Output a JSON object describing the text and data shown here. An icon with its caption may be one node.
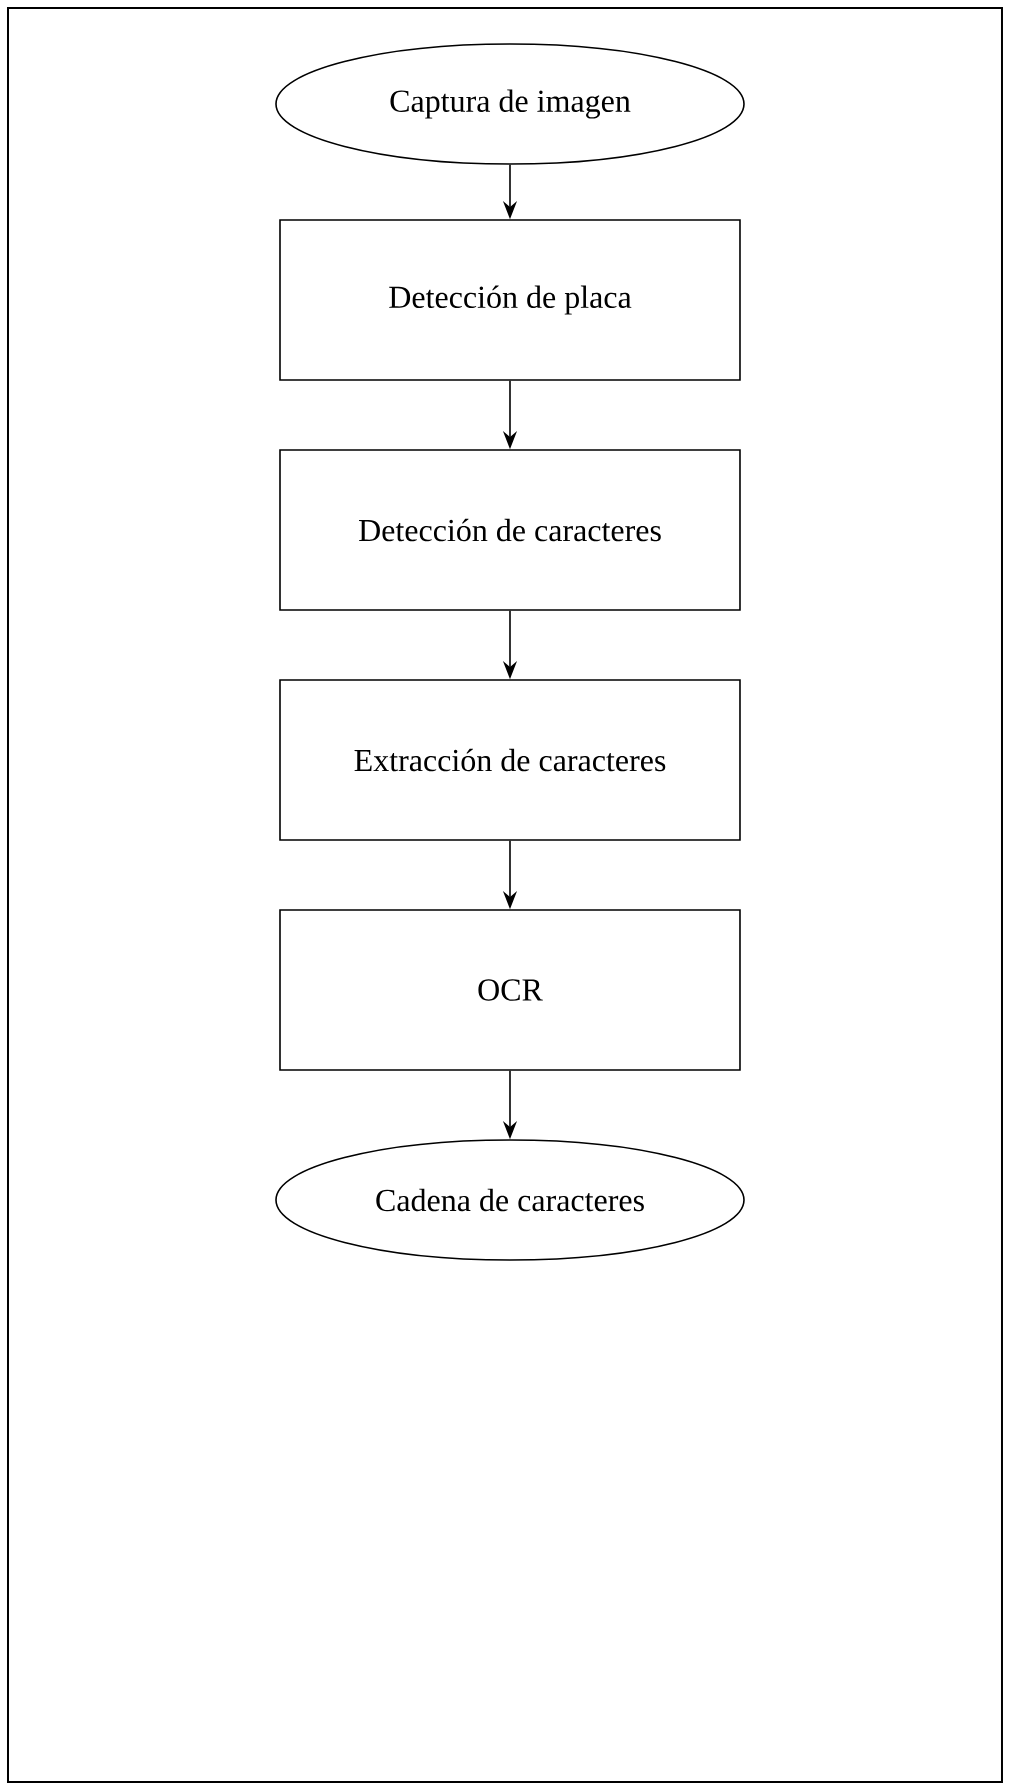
{
  "diagram": {
    "nodes": [
      {
        "text": [
          "Captura de imagen"
        ]
      },
      {
        "text": [
          "Detección de placa"
        ]
      },
      {
        "text": [
          "Detección de caracteres"
        ]
      },
      {
        "text": [
          "Extracción de caracteres"
        ]
      },
      {
        "text": [
          "OCR"
        ]
      },
      {
        "text": [
          "Cadena de caracteres"
        ]
      }
    ],
    "edges": [
      {
        "from": 0,
        "to": 1,
        "arrow": "to"
      },
      {
        "from": 1,
        "to": 2,
        "arrow": "to"
      },
      {
        "from": 2,
        "to": 3,
        "arrow": "to"
      },
      {
        "from": 3,
        "to": 4,
        "arrow": "to"
      },
      {
        "from": 4,
        "to": 5,
        "arrow": "to"
      }
    ]
  }
}
